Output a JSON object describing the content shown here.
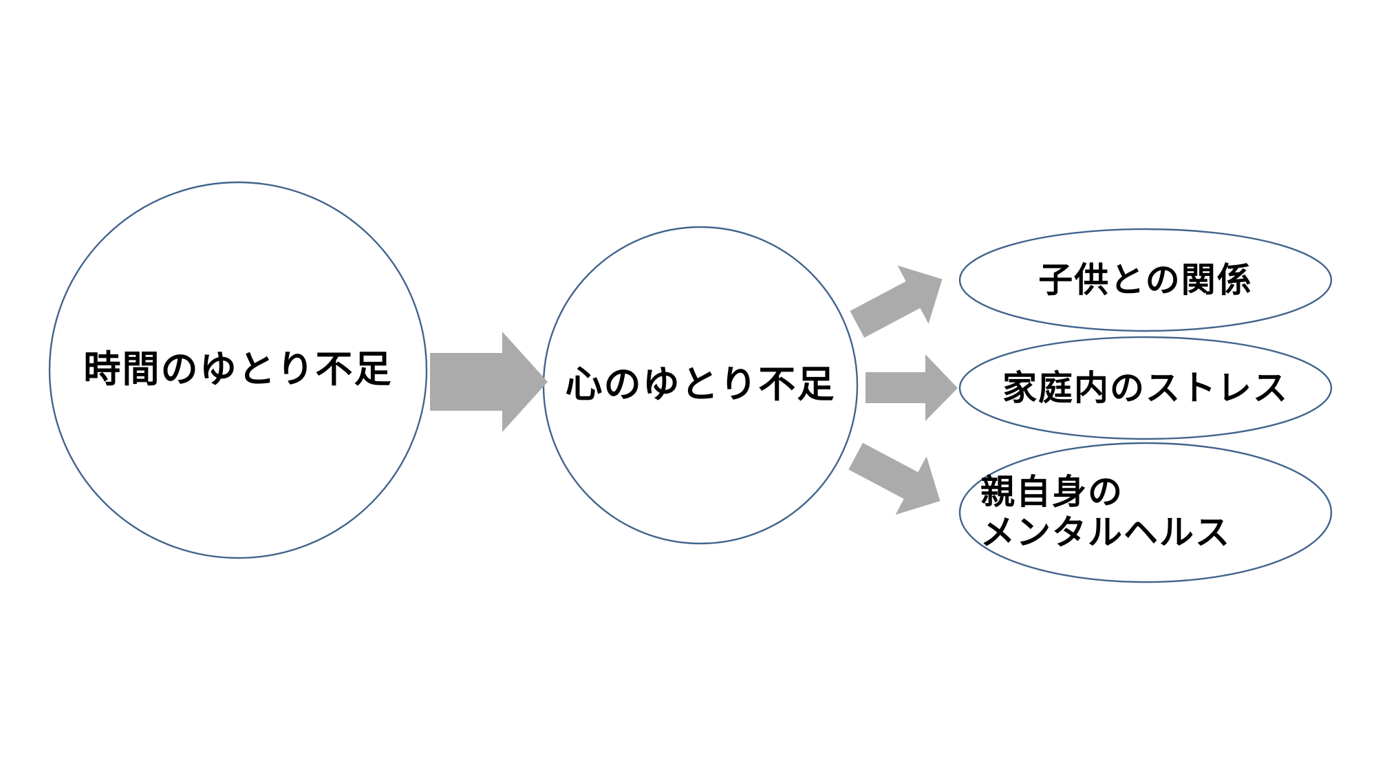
{
  "diagram": {
    "title": "",
    "background_color": "#ffffff",
    "shape_stroke_color": "#41648C",
    "shape_fill_color": "#ffffff",
    "arrow_color": "#ABABAB",
    "text_color": "#000000",
    "nodes": [
      {
        "id": "time-shortage",
        "shape": "circle",
        "label": "時間のゆとり不足"
      },
      {
        "id": "mental-shortage",
        "shape": "circle",
        "label": "心のゆとり不足"
      },
      {
        "id": "child-relationship",
        "shape": "ellipse",
        "label": "子供との関係"
      },
      {
        "id": "household-stress",
        "shape": "ellipse",
        "label": "家庭内のストレス"
      },
      {
        "id": "parent-mental-health",
        "shape": "ellipse",
        "label": "親自身の\nメンタルヘルス"
      }
    ],
    "arrows": [
      {
        "id": "arrow-time-to-mental",
        "from": "time-shortage",
        "to": "mental-shortage",
        "direction": "right"
      },
      {
        "id": "arrow-mental-to-child",
        "from": "mental-shortage",
        "to": "child-relationship",
        "direction": "up-right"
      },
      {
        "id": "arrow-mental-to-stress",
        "from": "mental-shortage",
        "to": "household-stress",
        "direction": "right"
      },
      {
        "id": "arrow-mental-to-health",
        "from": "mental-shortage",
        "to": "parent-mental-health",
        "direction": "down-right"
      }
    ]
  }
}
